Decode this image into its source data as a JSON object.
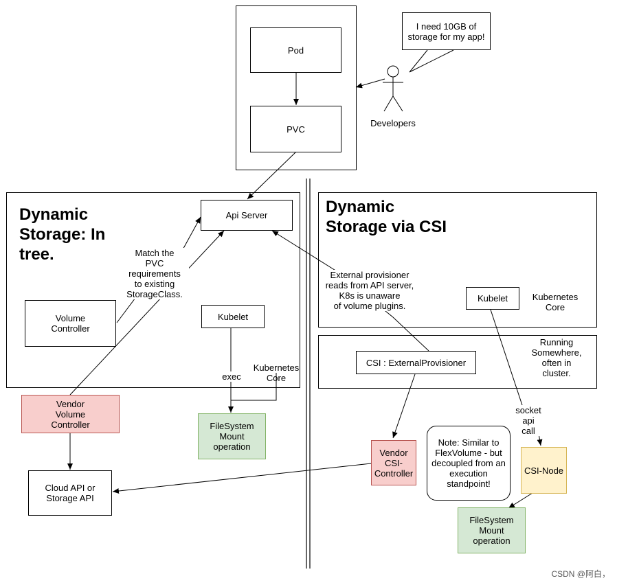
{
  "top": {
    "pod": "Pod",
    "pvc": "PVC",
    "developers": "Developers",
    "speech": "I need 10GB of\nstorage for my app!"
  },
  "in_tree": {
    "title": "Dynamic\nStorage: In\ntree.",
    "api_server": "Api Server",
    "match_note": "Match the\nPVC\nrequirements\nto existing\nStorageClass.",
    "volume_controller": "Volume\nController",
    "kubelet": "Kubelet",
    "exec": "exec",
    "kubernetes_core": "Kubernetes\nCore",
    "vendor_volume_controller": "Vendor\nVolume\nController",
    "filesystem_mount": "FileSystem\nMount\noperation",
    "cloud_api": "Cloud API or\nStorage API"
  },
  "csi": {
    "title": "Dynamic\nStorage via CSI",
    "external_note": "External provisioner\nreads from API server,\nK8s is unaware\nof volume plugins.",
    "kubelet": "Kubelet",
    "kubernetes_core": "Kubernetes\nCore",
    "running_note": "Running\nSomewhere,\noften in\ncluster.",
    "external_provisioner": "CSI : ExternalProvisioner",
    "socket_note": "socket\napi\ncall",
    "vendor_csi_controller": "Vendor\nCSI-\nController",
    "note": "Note: Similar to\nFlexVolume - but\ndecoupled from an\nexecution\nstandpoint!",
    "csi_node": "CSI-Node",
    "filesystem_mount": "FileSystem\nMount\noperation"
  },
  "watermark": "CSDN @阿白，",
  "colors": {
    "vendor_fill": "#f8cecc",
    "mount_fill": "#d5e8d4",
    "csi_node_fill": "#fff2cc"
  }
}
